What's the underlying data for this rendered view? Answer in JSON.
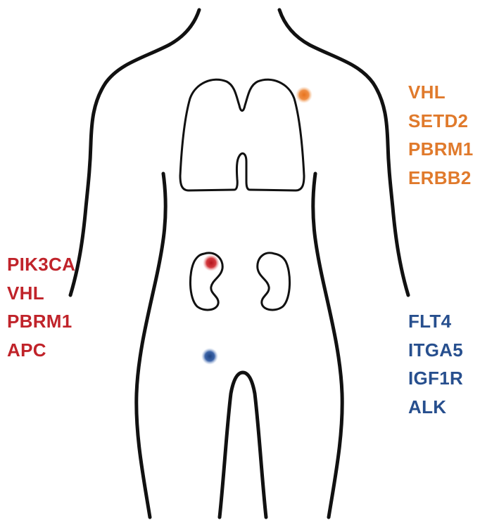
{
  "colors": {
    "outline": "#111111",
    "lung_group": "#e07a2c",
    "kidney_group": "#c0232a",
    "pelvis_group": "#274f8e"
  },
  "gene_groups": {
    "lung": {
      "color_key": "lung_group",
      "genes": [
        "VHL",
        "SETD2",
        "PBRM1",
        "ERBB2"
      ]
    },
    "kidney": {
      "color_key": "kidney_group",
      "genes": [
        "PIK3CA",
        "VHL",
        "PBRM1",
        "APC"
      ]
    },
    "pelvis": {
      "color_key": "pelvis_group",
      "genes": [
        "FLT4",
        "ITGA5",
        "IGF1R",
        "ALK"
      ]
    }
  }
}
